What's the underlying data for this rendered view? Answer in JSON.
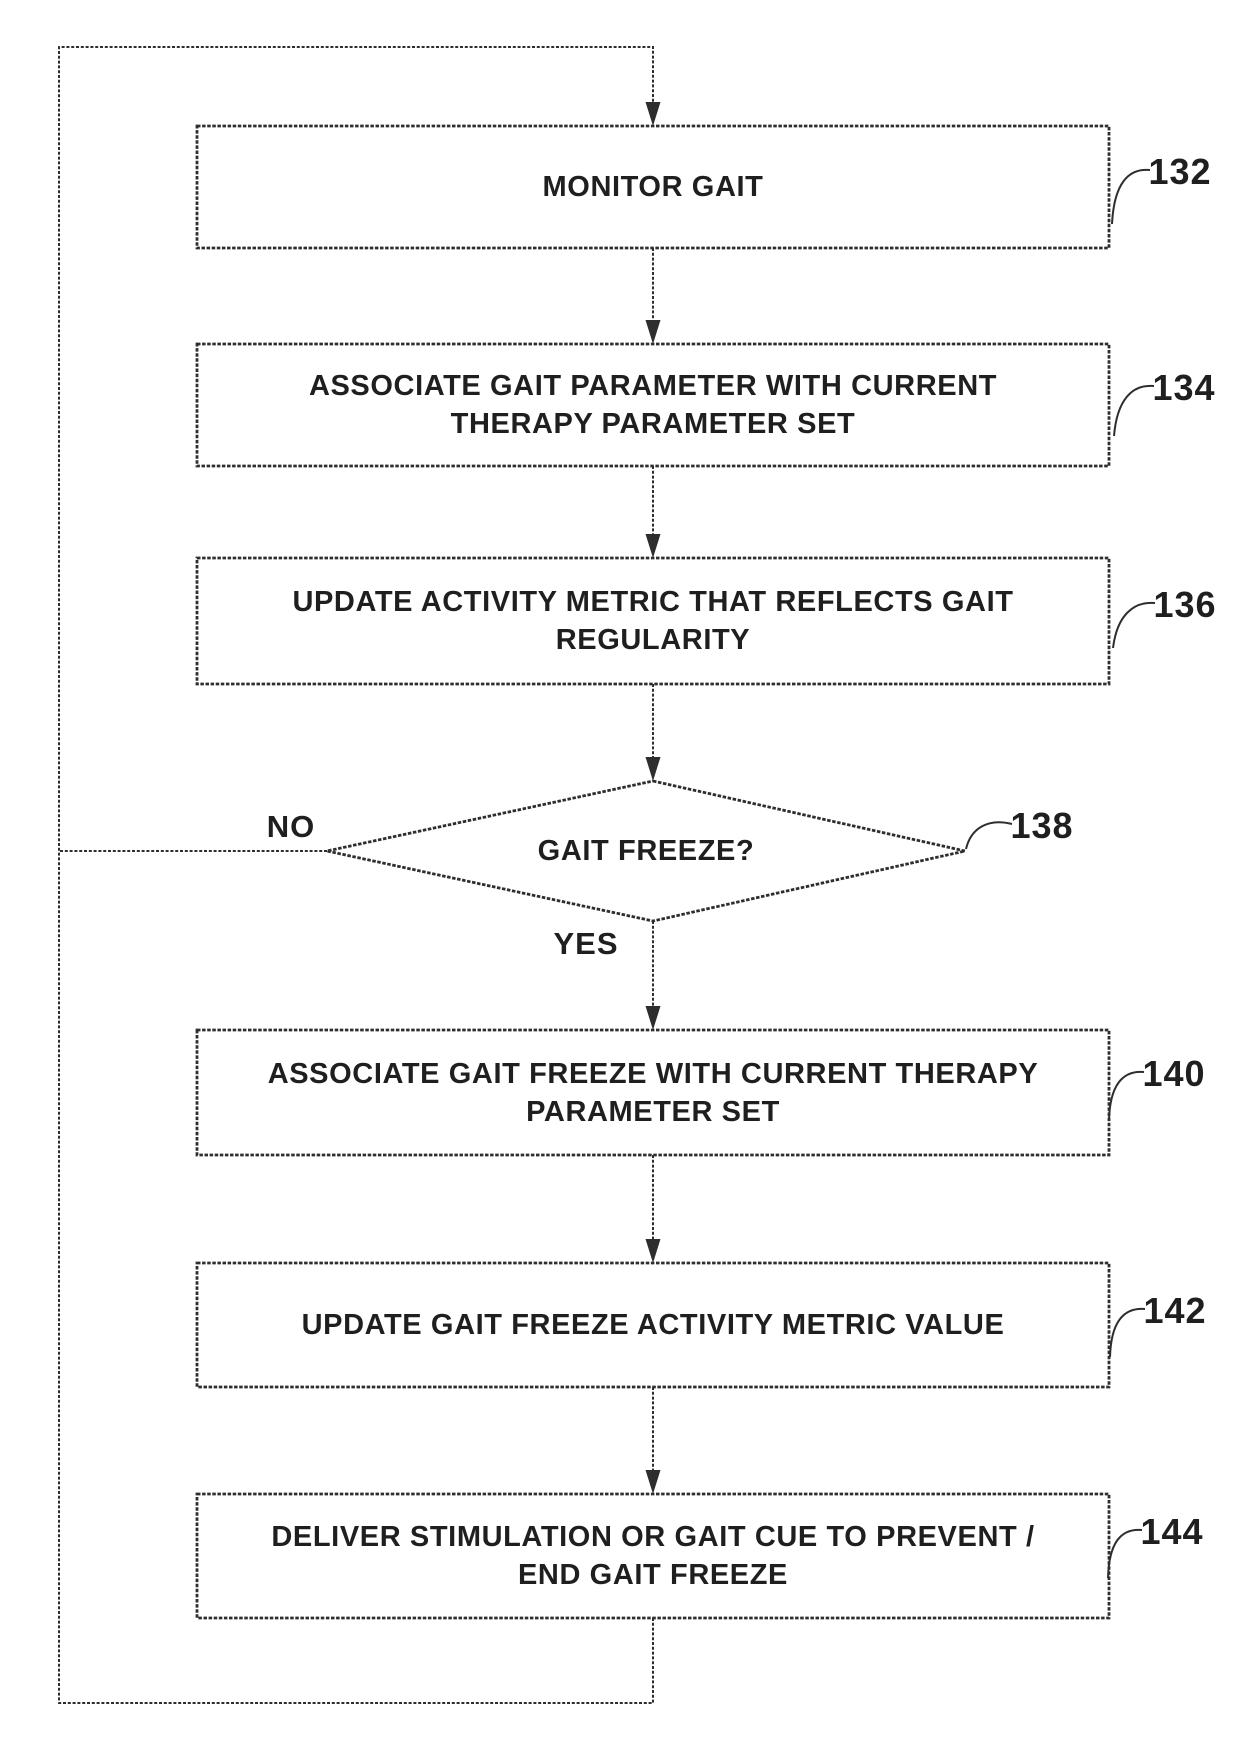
{
  "figure": {
    "background": "#ffffff",
    "line_color": "#2e2e2e",
    "text_color": "#1f1f1f"
  },
  "nodes": {
    "monitor_gait": {
      "type": "process",
      "label": "MONITOR GAIT",
      "ref": "132"
    },
    "associate_gait_parameter": {
      "type": "process",
      "label": "ASSOCIATE GAIT PARAMETER WITH CURRENT\nTHERAPY PARAMETER SET",
      "ref": "134"
    },
    "update_activity_metric": {
      "type": "process",
      "label": "UPDATE ACTIVITY METRIC THAT REFLECTS GAIT\nREGULARITY",
      "ref": "136"
    },
    "gait_freeze_decision": {
      "type": "decision",
      "label": "GAIT FREEZE?",
      "ref": "138"
    },
    "associate_gait_freeze": {
      "type": "process",
      "label": "ASSOCIATE GAIT FREEZE WITH CURRENT THERAPY\nPARAMETER SET",
      "ref": "140"
    },
    "update_gait_freeze_metric": {
      "type": "process",
      "label": "UPDATE GAIT FREEZE ACTIVITY METRIC VALUE",
      "ref": "142"
    },
    "deliver_stimulation": {
      "type": "process",
      "label": "DELIVER STIMULATION OR GAIT CUE TO PREVENT /\nEND GAIT FREEZE",
      "ref": "144"
    }
  },
  "edges": {
    "no_label": "NO",
    "yes_label": "YES"
  }
}
